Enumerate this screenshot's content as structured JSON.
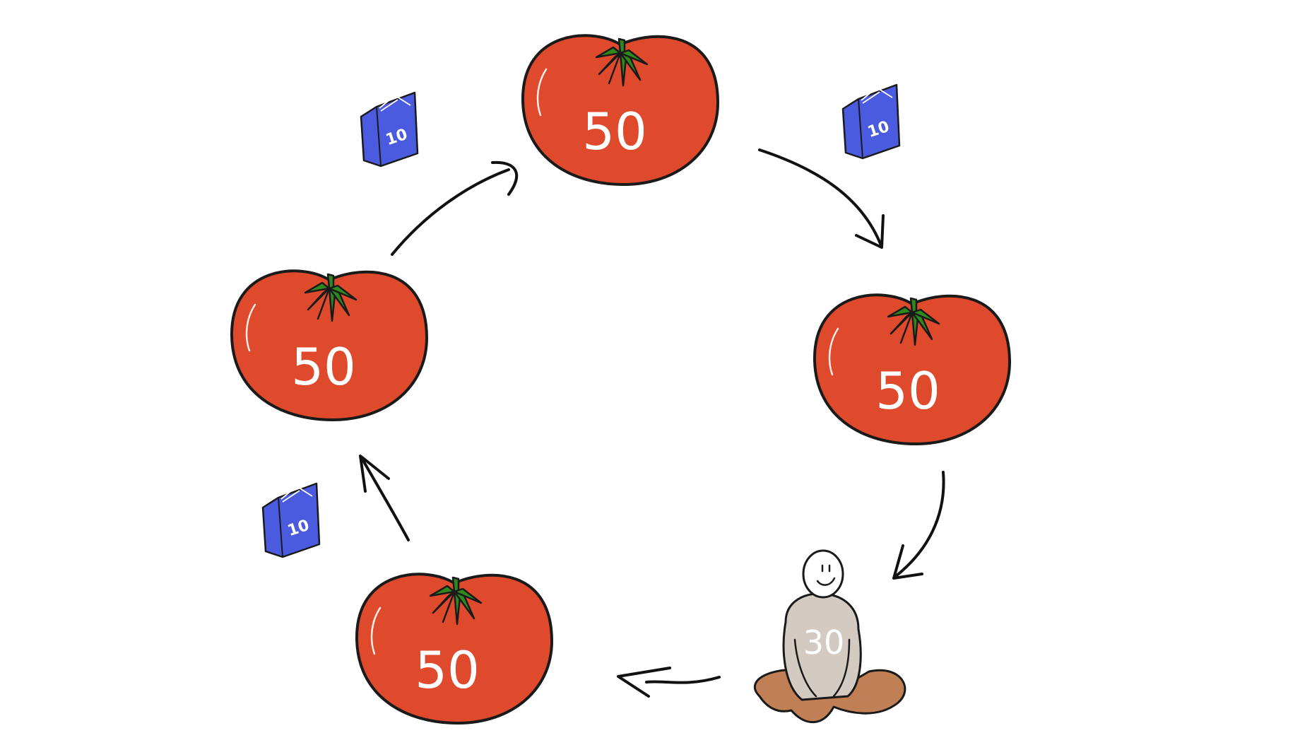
{
  "diagram": {
    "tomatoes": [
      {
        "label": "50"
      },
      {
        "label": "50"
      },
      {
        "label": "50"
      },
      {
        "label": "50"
      }
    ],
    "books": [
      {
        "label": "10"
      },
      {
        "label": "10"
      },
      {
        "label": "10"
      }
    ],
    "person": {
      "label": "30"
    },
    "colors": {
      "tomato": "#e04a2c",
      "stem": "#2f8a1e",
      "book": "#4a5be0",
      "sweater": "#d3cbc1",
      "pants": "#c07f54",
      "outline": "#1a1a1a"
    },
    "icons": [
      "tomato-icon",
      "book-icon",
      "person-icon",
      "arrow-icon"
    ]
  }
}
